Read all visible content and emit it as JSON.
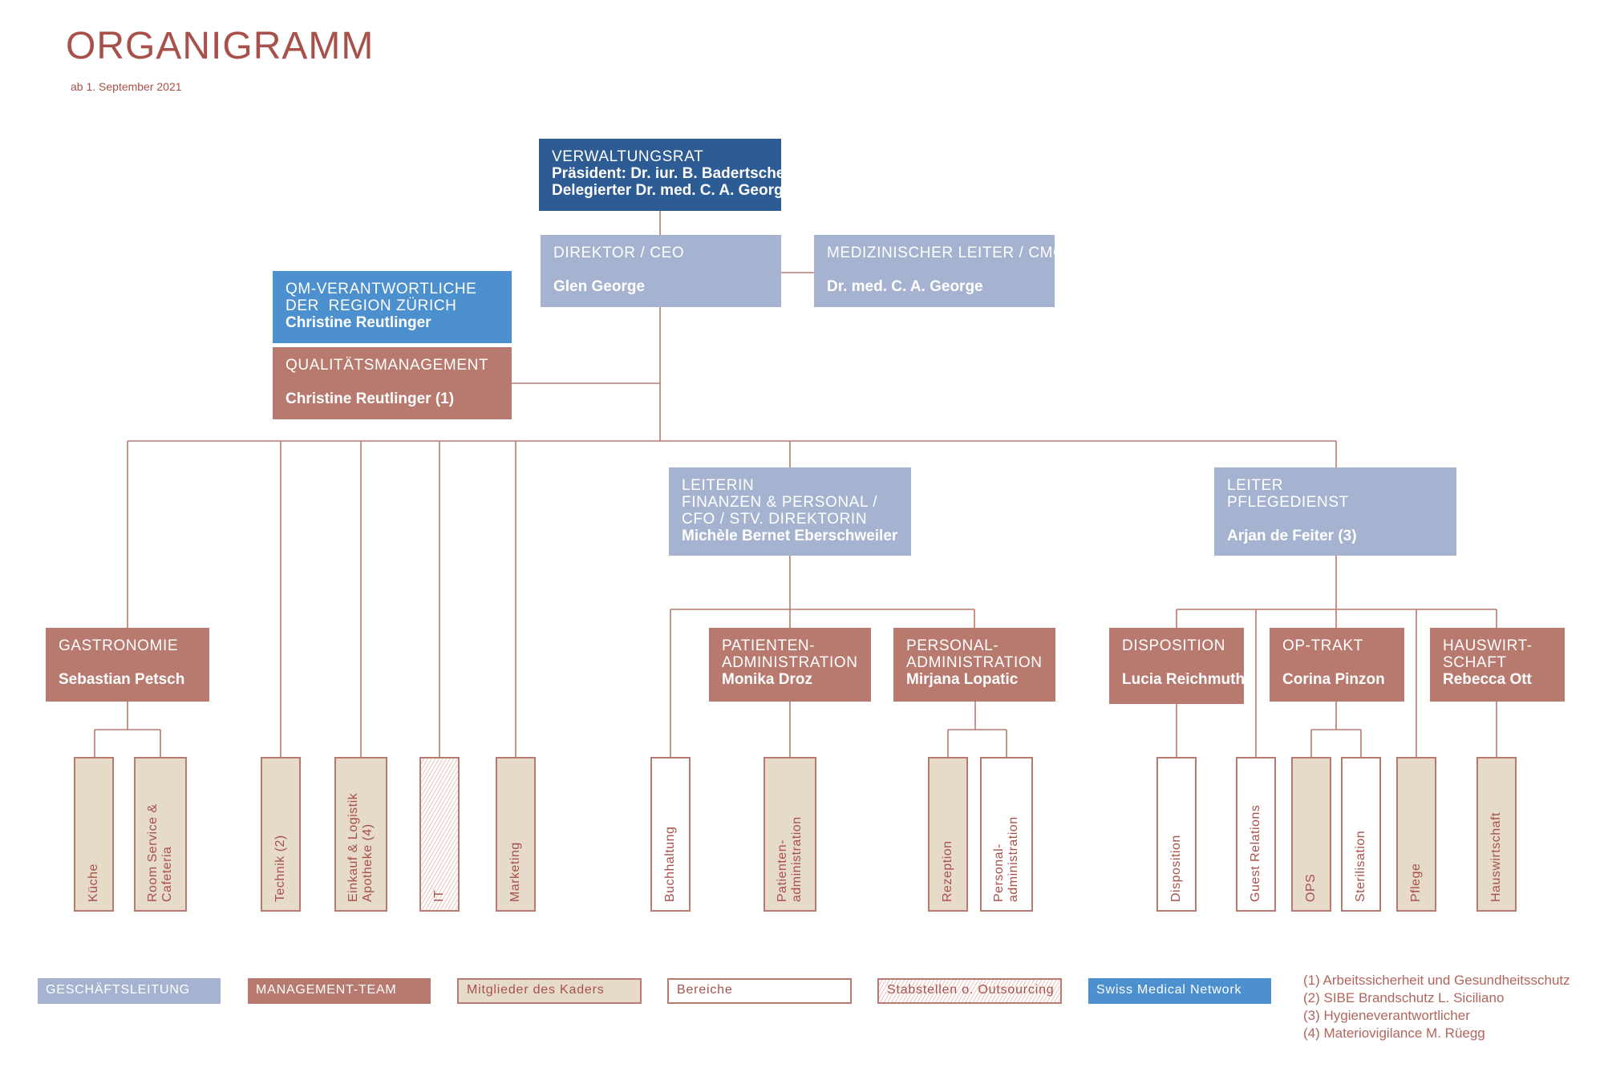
{
  "title": "ORGANIGRAMM",
  "subtitle": "ab 1. September 2021",
  "board": {
    "heading": "VERWALTUNGSRAT",
    "line1": "Präsident: Dr. iur. B. Badertscher",
    "line2": "Delegierter Dr. med. C. A. George"
  },
  "ceo": {
    "heading": "DIREKTOR / CEO",
    "name": "Glen George"
  },
  "cmo": {
    "heading": "MEDIZINISCHER LEITER / CMO",
    "name": "Dr. med. C. A. George"
  },
  "qm_region": {
    "line1": "QM-VERANTWORTLICHE",
    "line2": "DER  REGION ZÜRICH",
    "name": "Christine Reutlinger"
  },
  "qm": {
    "heading": "QUALITÄTSMANAGEMENT",
    "name": "Christine Reutlinger (1)"
  },
  "cfo": {
    "line1": "LEITERIN",
    "line2": "FINANZEN & PERSONAL /",
    "line3": "CFO / STV. DIREKTORIN",
    "name": "Michèle Bernet Eberschweiler"
  },
  "nursing": {
    "line1": "LEITER",
    "line2": "PFLEGEDIENST",
    "name": "Arjan de Feiter (3)"
  },
  "gastro": {
    "heading": "GASTRONOMIE",
    "name": "Sebastian Petsch"
  },
  "patadmin": {
    "line1": "PATIENTEN-",
    "line2": "ADMINISTRATION",
    "name": "Monika Droz"
  },
  "persadmin": {
    "line1": "PERSONAL-",
    "line2": "ADMINISTRATION",
    "name": "Mirjana Lopatic"
  },
  "dispo": {
    "heading": "DISPOSITION",
    "name": "Lucia Reichmuth"
  },
  "optrakt": {
    "heading": "OP-TRAKT",
    "name": "Corina Pinzon"
  },
  "hauswirt": {
    "line1": "HAUSWIRT-",
    "line2": "SCHAFT",
    "name": "Rebecca Ott"
  },
  "units": {
    "kueche": "Küche",
    "roomservice_1": "Room Service &",
    "roomservice_2": "Cafeteria",
    "technik": "Technik (2)",
    "einkauf_1": "Einkauf & Logistik",
    "einkauf_2": "Apotheke (4)",
    "it": "IT",
    "marketing": "Marketing",
    "buchhaltung": "Buchhaltung",
    "patadmin_1": "Patienten-",
    "patadmin_2": "administration",
    "rezeption": "Rezeption",
    "persadmin_1": "Personal-",
    "persadmin_2": "administration",
    "disposition": "Disposition",
    "guest": "Guest Relations",
    "ops": "OPS",
    "sterilisation": "Sterilisation",
    "pflege": "Pflege",
    "hauswirtschaft": "Hauswirtschaft"
  },
  "legend": {
    "gl": "GESCHÄFTSLEITUNG",
    "mgmt": "MANAGEMENT-TEAM",
    "kader": "Mitglieder des Kaders",
    "bereiche": "Bereiche",
    "stab": "Stabstellen o. Outsourcing",
    "smn": "Swiss Medical Network"
  },
  "notes": [
    "(1) Arbeitssicherheit und Gesundheitsschutz",
    "(2) SIBE Brandschutz L. Siciliano",
    "(3) Hygieneverantwortlicher",
    "(4) Materiovigilance M. Rüegg"
  ],
  "colors": {
    "navy": "#2d5b93",
    "geschaeftsleitung": "#a6b3d0",
    "swiss_medical_network": "#4d90cf",
    "management_team": "#b87a6e",
    "kader": "#e6dac8",
    "text": "#a8514a"
  }
}
